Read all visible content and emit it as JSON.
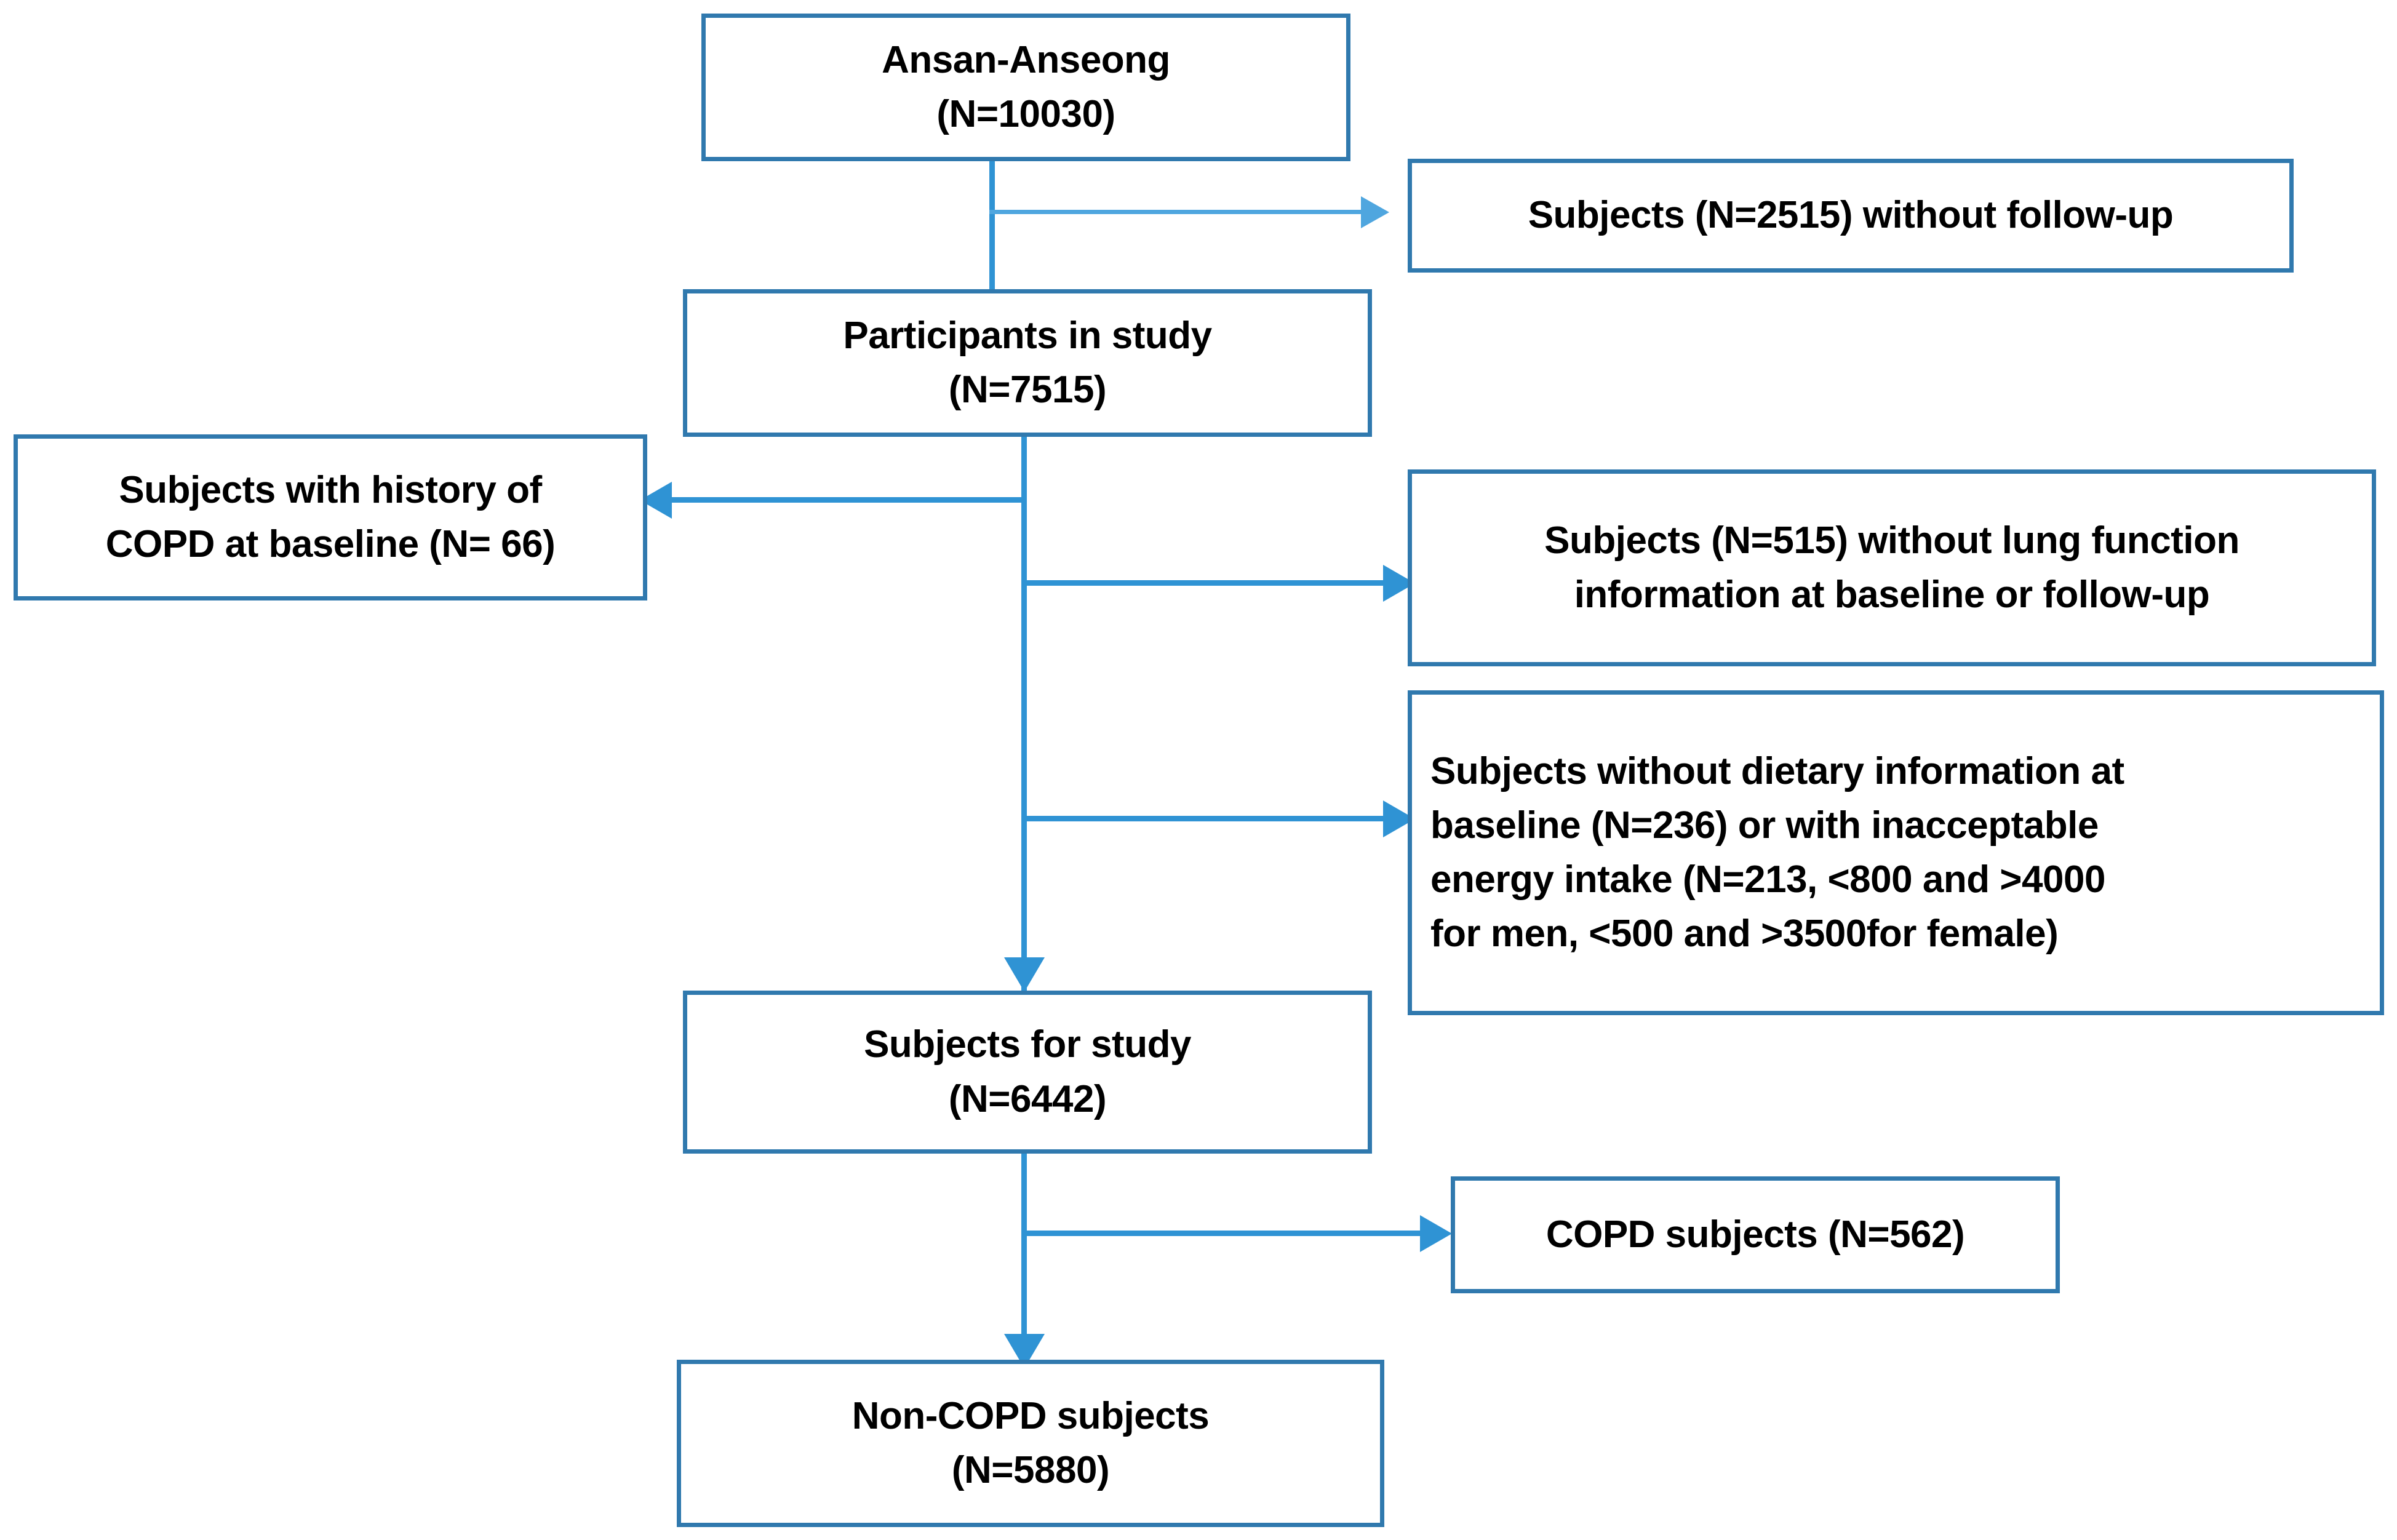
{
  "diagram": {
    "title": "Study participant selection flowchart",
    "accent_color": "#2F93D4",
    "border_color": "#3079AE",
    "text_color": "#000000",
    "background_color": "#FFFFFF"
  },
  "nodes": {
    "cohort": {
      "line1": "Ansan-Anseong",
      "line2": "(N=10030)"
    },
    "no_followup": {
      "line1": "Subjects (N=2515) without follow-up"
    },
    "participants": {
      "line1": "Participants in study",
      "line2": "(N=7515)"
    },
    "copd_history": {
      "line1": "Subjects with history of",
      "line2": "COPD at baseline (N= 66)"
    },
    "no_lung_function": {
      "line1": "Subjects (N=515) without lung function",
      "line2": "information at baseline or follow-up"
    },
    "no_dietary": {
      "line1": "Subjects without dietary information at",
      "line2": "baseline (N=236) or with inacceptable",
      "line3": "energy intake (N=213, <800 and >4000",
      "line4": "for men, <500 and >3500for female)"
    },
    "subjects_for_study": {
      "line1": "Subjects for study",
      "line2": "(N=6442)"
    },
    "copd_subjects": {
      "line1": "COPD subjects (N=562)"
    },
    "non_copd_subjects": {
      "line1": "Non-COPD subjects",
      "line2": "(N=5880)"
    }
  },
  "flow_data": {
    "type": "flowchart",
    "steps": [
      {
        "id": "cohort",
        "label": "Ansan-Anseong",
        "n": 10030
      },
      {
        "id": "participants",
        "label": "Participants in study",
        "n": 7515
      },
      {
        "id": "subjects_for_study",
        "label": "Subjects for study",
        "n": 6442
      },
      {
        "id": "non_copd_subjects",
        "label": "Non-COPD subjects",
        "n": 5880
      }
    ],
    "exclusions": [
      {
        "from": "cohort",
        "label": "Subjects without follow-up",
        "n": 2515,
        "side": "right"
      },
      {
        "from": "participants",
        "label": "Subjects with history of COPD at baseline",
        "n": 66,
        "side": "left"
      },
      {
        "from": "participants",
        "label": "Subjects without lung function information at baseline or follow-up",
        "n": 515,
        "side": "right"
      },
      {
        "from": "participants",
        "label": "Subjects without dietary information at baseline",
        "n": 236,
        "side": "right"
      },
      {
        "from": "participants",
        "label": "Subjects with inacceptable energy intake (<800 and >4000 for men, <500 and >3500 for female)",
        "n": 213,
        "side": "right"
      },
      {
        "from": "subjects_for_study",
        "label": "COPD subjects",
        "n": 562,
        "side": "right"
      }
    ]
  }
}
